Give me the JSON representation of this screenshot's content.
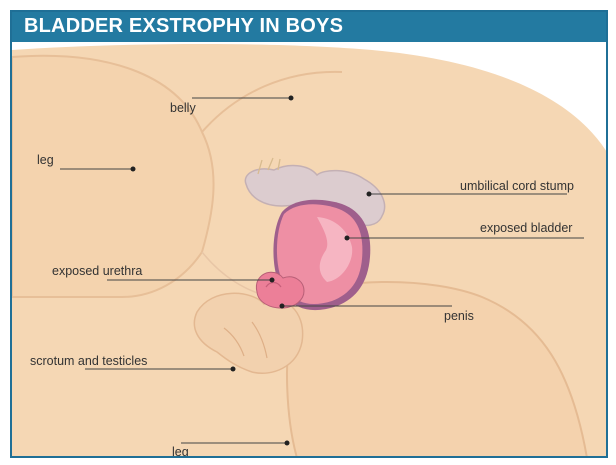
{
  "title": "BLADDER EXSTROPHY IN BOYS",
  "labels": {
    "belly": "belly",
    "leg_upper": "leg",
    "umbilical_cord_stump": "umbilical cord stump",
    "exposed_bladder": "exposed bladder",
    "exposed_urethra": "exposed urethra",
    "penis": "penis",
    "scrotum_and_testicles": "scrotum and testicles",
    "leg_lower": "leg"
  },
  "colors": {
    "header_bg": "#237aa1",
    "header_text": "#ffffff",
    "skin": "#f5d7b4",
    "skin_shadow": "#e8bf98",
    "umbilical_stump": "#d9c8cc",
    "bladder": "#ee8fa4",
    "bladder_highlight": "#f7c1cc",
    "bladder_rim": "#9a5a86"
  }
}
